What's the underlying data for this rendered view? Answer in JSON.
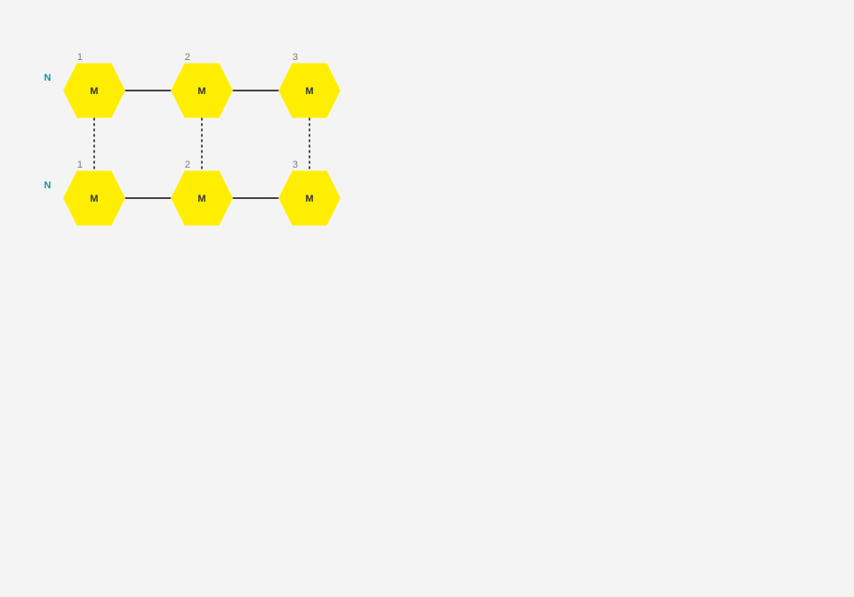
{
  "colors": {
    "background": "#f4f4f4",
    "node_fill": "#ffee00",
    "terminus_text": "#10979a",
    "position_text": "#7a7a7a",
    "node_text": "#333333",
    "bond_line": "#444444",
    "crosslink_line": "#222222"
  },
  "chains": [
    {
      "terminus": "N",
      "monomers": [
        {
          "position": "1",
          "label": "M"
        },
        {
          "position": "2",
          "label": "M"
        },
        {
          "position": "3",
          "label": "M"
        }
      ]
    },
    {
      "terminus": "N",
      "monomers": [
        {
          "position": "1",
          "label": "M"
        },
        {
          "position": "2",
          "label": "M"
        },
        {
          "position": "3",
          "label": "M"
        }
      ]
    }
  ],
  "crosslinks": [
    {
      "from_chain": 0,
      "to_chain": 1,
      "monomer": 0,
      "style": "dashed"
    },
    {
      "from_chain": 0,
      "to_chain": 1,
      "monomer": 1,
      "style": "dashed"
    },
    {
      "from_chain": 0,
      "to_chain": 1,
      "monomer": 2,
      "style": "dashed"
    }
  ]
}
